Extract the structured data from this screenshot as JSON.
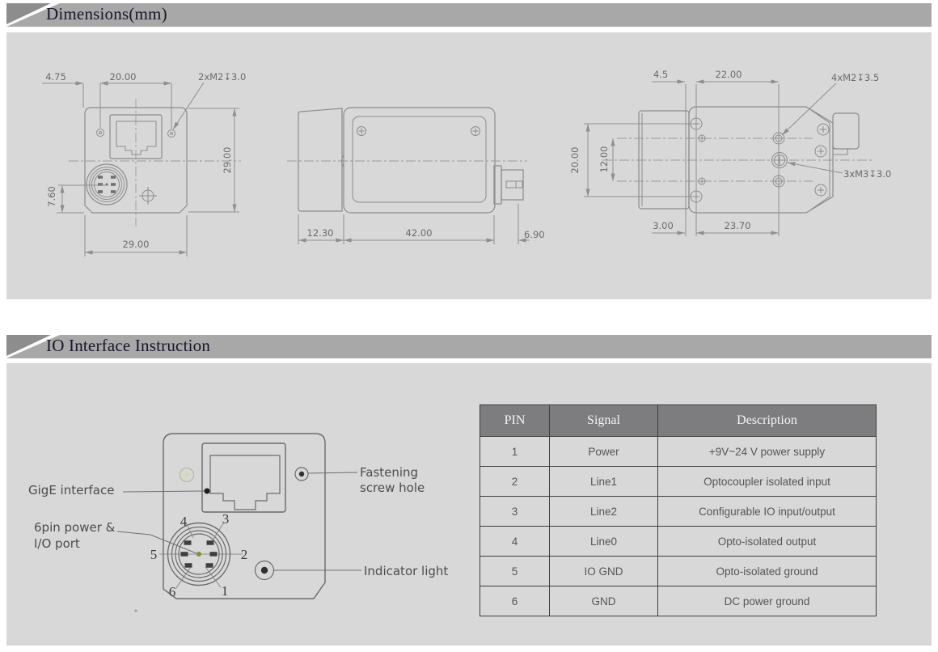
{
  "colors": {
    "panel_bg": "#d8d8d8",
    "bar_bg": "#a8a8a8",
    "bar_triangle": "#8d8d8d",
    "title_text": "#16162a",
    "table_header_bg": "#7d7d80",
    "drawing_line": "#8c8c8c"
  },
  "sections": {
    "dimensions": {
      "title": "Dimensions(mm)"
    },
    "io": {
      "title": "IO Interface Instruction"
    }
  },
  "front_view": {
    "d475": "4.75",
    "d2000": "20.00",
    "screw_note": "2xM2↧3.0",
    "d2900_right": "29.00",
    "d760": "7.60",
    "d2900_bottom": "29.00"
  },
  "side_view": {
    "d1230": "12.30",
    "d4200": "42.00",
    "d690": "6.90"
  },
  "top_view": {
    "d45": "4.5",
    "d2200": "22.00",
    "screw_note4": "4xM2↧3.5",
    "d2000": "20.00",
    "d1200": "12.00",
    "screw_note3": "3xM3↧3.0",
    "d300": "3.00",
    "d2370": "23.70"
  },
  "io_diagram": {
    "gige_label": "GigE interface",
    "sixpin_label_1": "6pin power &",
    "sixpin_label_2": "I/O port",
    "fastening_label_1": "Fastening",
    "fastening_label_2": "screw hole",
    "indicator_label": "Indicator light",
    "pins": {
      "p1": "1",
      "p2": "2",
      "p3": "3",
      "p4": "4",
      "p5": "5",
      "p6": "6"
    }
  },
  "pin_table": {
    "headers": {
      "pin": "PIN",
      "signal": "Signal",
      "description": "Description"
    },
    "rows": [
      {
        "pin": "1",
        "signal": "Power",
        "description": "+9V~24 V power supply"
      },
      {
        "pin": "2",
        "signal": "Line1",
        "description": "Optocoupler isolated input"
      },
      {
        "pin": "3",
        "signal": "Line2",
        "description": "Configurable IO input/output"
      },
      {
        "pin": "4",
        "signal": "Line0",
        "description": "Opto-isolated output"
      },
      {
        "pin": "5",
        "signal": "IO GND",
        "description": "Opto-isolated ground"
      },
      {
        "pin": "6",
        "signal": "GND",
        "description": "DC power ground"
      }
    ]
  }
}
